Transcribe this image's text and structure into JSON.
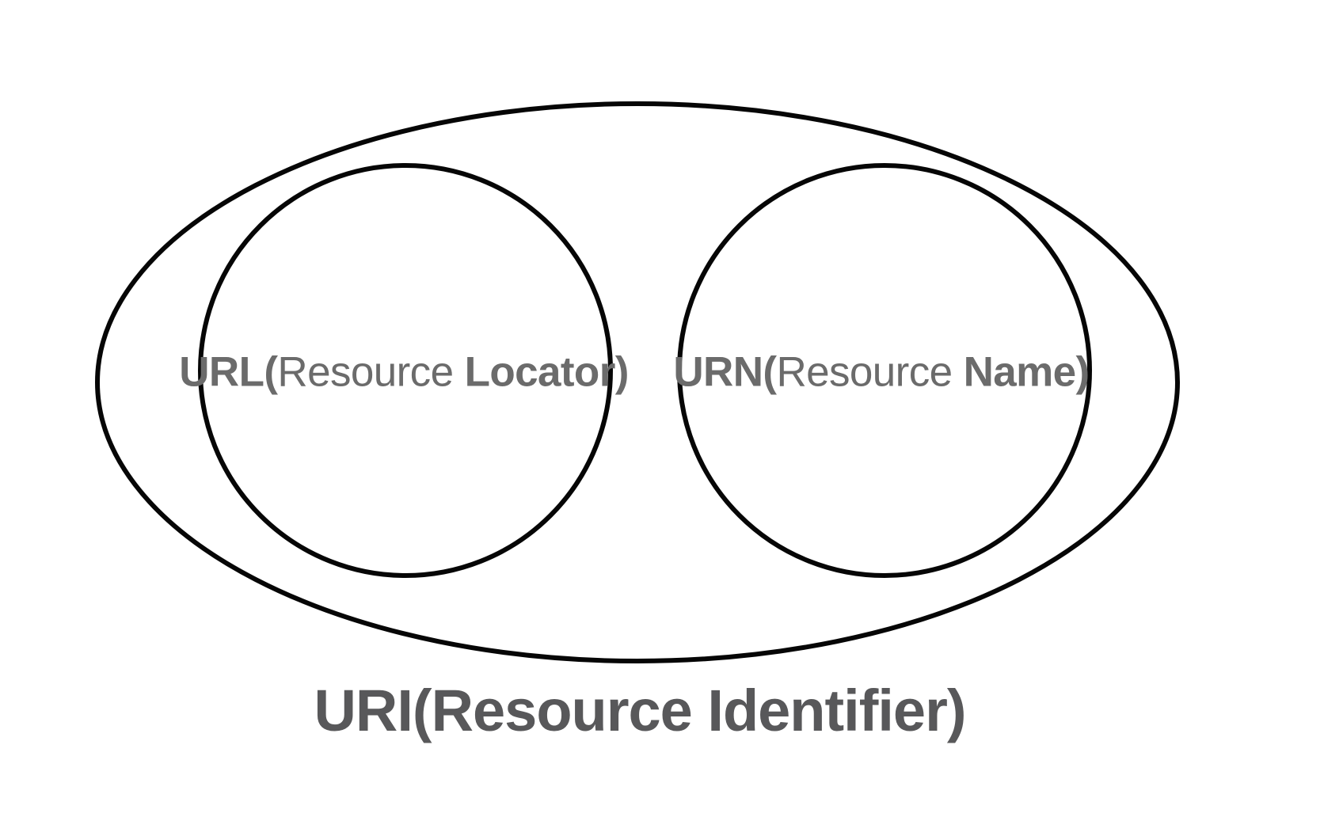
{
  "diagram": {
    "type": "venn",
    "description": "Outer URI set containing disjoint URL and URN sets",
    "colors": {
      "background": "#ffffff",
      "shape_stroke": "#060606",
      "set_label_text": "#6b6b6b",
      "title_text": "#58585a"
    }
  },
  "labels": {
    "url": {
      "prefix": "URL(",
      "middle": "Resource ",
      "suffix": "Locator)"
    },
    "urn": {
      "prefix": "URN(",
      "middle": "Resource ",
      "suffix": "Name)"
    },
    "uri": {
      "text": "URI(Resource Identifier)"
    }
  }
}
